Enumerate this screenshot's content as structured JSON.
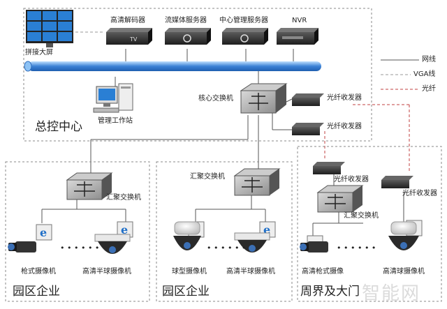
{
  "zones": {
    "control_center": "总控中心",
    "park_a": "园区企业",
    "park_b": "园区企业",
    "perimeter": "周界及大门"
  },
  "legend": {
    "network": "网线",
    "vga": "VGA线",
    "fiber": "光纤"
  },
  "devices": {
    "video_wall": "拼接大屏",
    "hd_decoder": "高清解码器",
    "stream_server": "流媒体服务器",
    "central_server": "中心管理服务器",
    "nvr": "NVR",
    "workstation": "管理工作站",
    "core_switch": "核心交换机",
    "fiber_tx_1": "光纤收发器",
    "fiber_tx_2": "光纤收发器",
    "agg_switch_1": "汇聚交换机",
    "agg_switch_2": "汇聚交换机",
    "agg_switch_3": "汇聚交换机",
    "fiber_tx_3": "光纤收发器",
    "fiber_tx_4": "光纤收发器",
    "cam_bullet_1": "枪式摄像机",
    "cam_dome_1": "高清半球摄像机",
    "cam_speed_dome": "球型摄像机",
    "cam_dome_2": "高清半球摄像机",
    "cam_bullet_2": "高清枪式摄像",
    "cam_dome_3": "高清球摄像机"
  },
  "dots": {
    "d1": "• • • • • •",
    "d2": "• • • • • •",
    "d3": "• • • • • •"
  },
  "watermark": "智能网",
  "colors": {
    "network_line": "#555555",
    "vga_line": "#888888",
    "fiber_line": "#c04040",
    "bus_blue": "#3b82d6",
    "device_dark": "#333333"
  }
}
